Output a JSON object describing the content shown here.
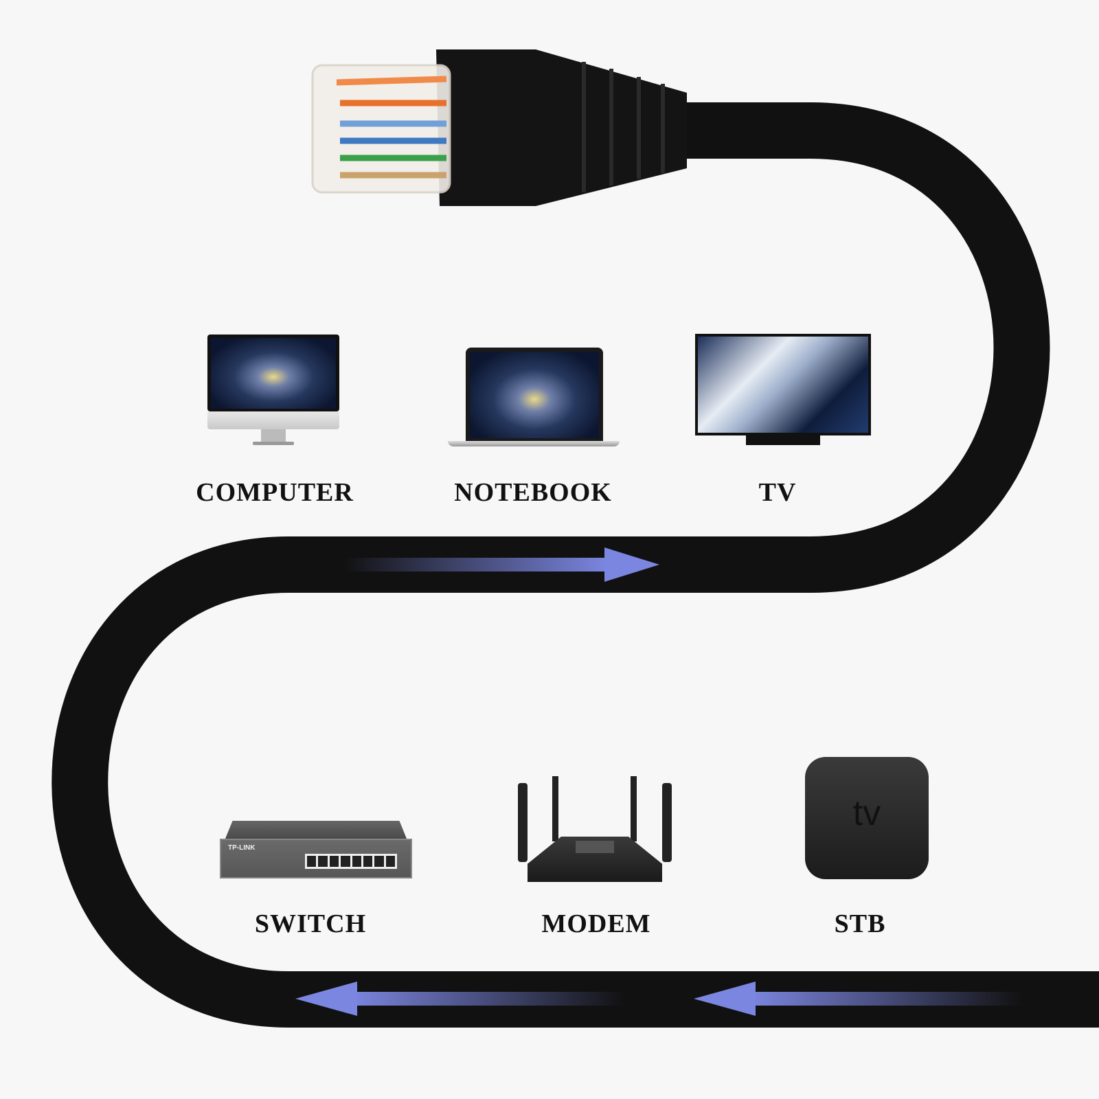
{
  "devices_top": [
    {
      "label": "COMPUTER",
      "icon": "imac-icon"
    },
    {
      "label": "NOTEBOOK",
      "icon": "laptop-icon"
    },
    {
      "label": "TV",
      "icon": "tv-icon"
    }
  ],
  "devices_bottom": [
    {
      "label": "SWITCH",
      "icon": "network-switch-icon",
      "brand": "TP-LINK"
    },
    {
      "label": "MODEM",
      "icon": "router-icon"
    },
    {
      "label": "STB",
      "icon": "set-top-box-icon",
      "logo_text": "tv"
    }
  ],
  "colors": {
    "cable": "#111111",
    "arrow": "#7b86e0",
    "background": "#f7f7f7"
  }
}
